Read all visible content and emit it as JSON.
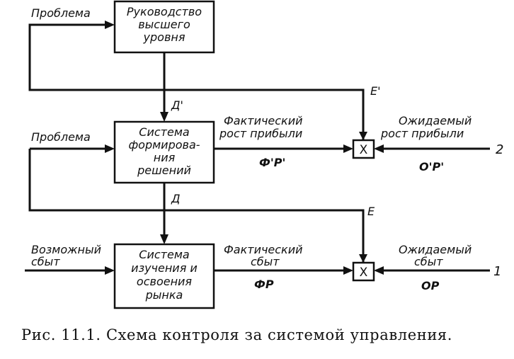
{
  "caption": "Рис. 11.1. Схема контроля за системой управления.",
  "blocks": {
    "top_management": [
      "Руководство",
      "высшего",
      "уровня"
    ],
    "decision_system": [
      "Система",
      "формирова-",
      "ния",
      "решений"
    ],
    "market_system": [
      "Система",
      "изучения и",
      "освоения",
      "рынка"
    ]
  },
  "inputs": {
    "problem_top": "Проблема",
    "problem_middle": "Проблема",
    "possible_sales": [
      "Возможный",
      "сбыт"
    ]
  },
  "signals": {
    "actual_profit_growth": [
      "Фактический",
      "рост прибыли"
    ],
    "actual_profit_symbol": "Ф'Р'",
    "expected_profit_growth": [
      "Ожидаемый",
      "рост прибыли"
    ],
    "expected_profit_symbol": "О'Р'",
    "actual_sales": [
      "Фактический",
      "сбыт"
    ],
    "actual_sales_symbol": "ФР",
    "expected_sales": [
      "Ожидаемый",
      "сбыт"
    ],
    "expected_sales_symbol": "ОР",
    "decision_prime": "Д'",
    "decision": "Д",
    "error_prime": "Е'",
    "error": "Е"
  },
  "comparators": {
    "upper": "X",
    "lower": "X"
  },
  "line_numbers": {
    "upper": "2",
    "lower": "1"
  }
}
